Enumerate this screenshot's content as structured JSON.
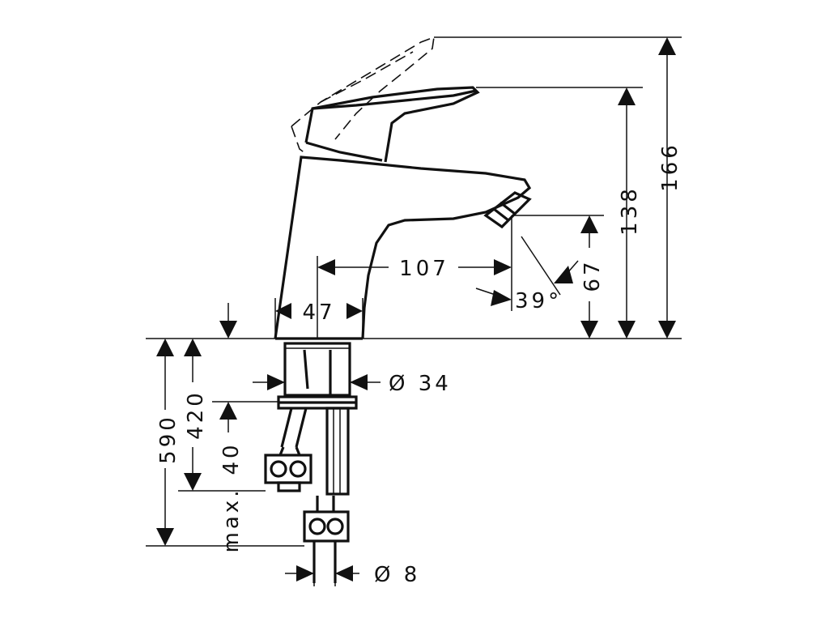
{
  "diagram": {
    "dimensions": {
      "total_height": "166",
      "spout_height": "138",
      "outlet_height": "67",
      "projection": "107",
      "body_width": "47",
      "spray_angle": "39°",
      "hole_diameter": "Ø 34",
      "hose_length": "590",
      "hose_length_short": "420",
      "thread_clearance": "40",
      "max_label": "max.",
      "hose_diameter": "Ø 8"
    }
  }
}
